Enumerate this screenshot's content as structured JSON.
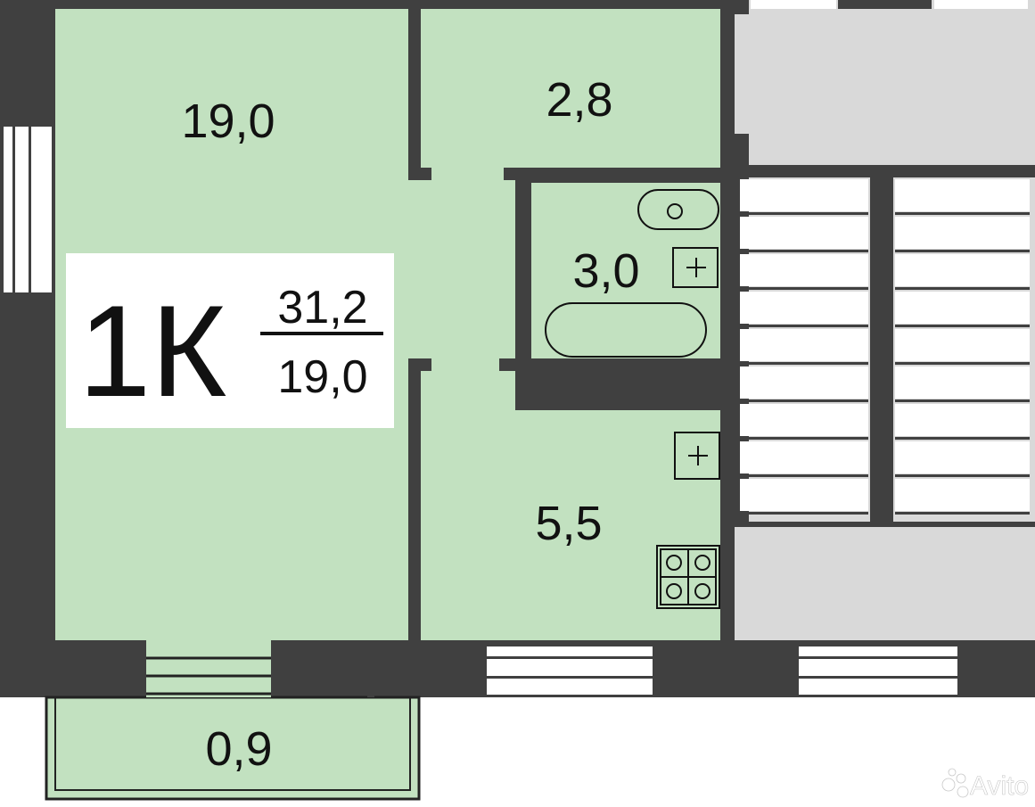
{
  "colors": {
    "room_fill": "#c2e1c0",
    "wall": "#404040",
    "stair_fill": "#d9d9d9",
    "window": "#ffffff",
    "outline": "#222222"
  },
  "rooms": {
    "living_room_area": "19,0",
    "hall_area": "2,8",
    "bathroom_area": "3,0",
    "kitchen_area": "5,5",
    "balcony_area": "0,9"
  },
  "badge": {
    "type": "1К",
    "total_area": "31,2",
    "living_area": "19,0"
  },
  "icons": {
    "sink": "sink-icon",
    "bathtub": "bathtub-icon",
    "vent_bathroom": "ventilation-icon",
    "vent_kitchen": "ventilation-icon",
    "stove": "stove-icon",
    "stairs": "staircase-icon"
  },
  "watermark": "Avito"
}
